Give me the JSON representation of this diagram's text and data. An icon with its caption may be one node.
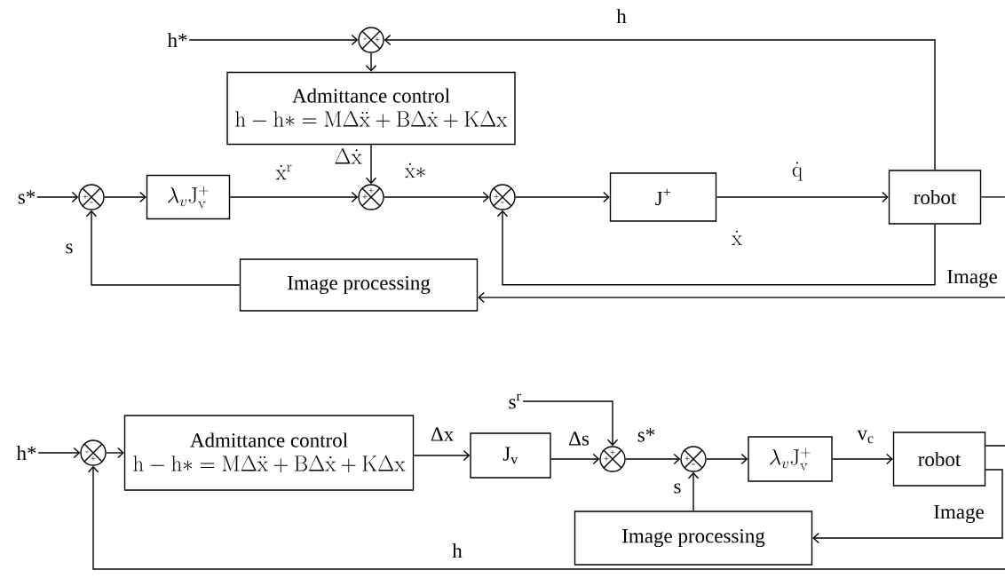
{
  "diagram": {
    "nodes": [
      {
        "text": [
          "h*"
        ]
      },
      {
        "text": [
          "-",
          "+"
        ]
      },
      {
        "text": [
          "Admittance control",
          "\\mathrm{h-h*=M\\Delta\\ddot{x}+B\\Delta\\dot{x}+K\\Delta x}"
        ]
      },
      {
        "text": [
          "s*"
        ]
      },
      {
        "text": [
          "+",
          "-"
        ]
      },
      {
        "text": [
          "\\lambda_{v}\\mathrm{J}_{\\mathrm{v}}^{+}"
        ]
      },
      {
        "text": [
          "+",
          "+"
        ]
      },
      {
        "text": [
          "+",
          "-"
        ]
      },
      {
        "text": [
          "J$^{+}$"
        ]
      },
      {
        "text": [
          "robot"
        ]
      },
      {
        "text": [
          "Image processing"
        ]
      },
      {
        "text": [
          "h*"
        ]
      },
      {
        "text": [
          "-",
          "+"
        ]
      },
      {
        "text": [
          "Admittance control",
          "\\mathrm{h-h*=M\\Delta\\ddot{x}+B\\Delta\\dot{x}+K\\Delta x}"
        ]
      },
      {
        "text": [
          "J$_{v}$"
        ]
      },
      {
        "text": [
          "s$^{r}$"
        ]
      },
      {
        "text": [
          "+",
          "+"
        ]
      },
      {
        "text": [
          "+",
          "-"
        ]
      },
      {
        "text": [
          "\\lambda_{v}\\mathrm{J}_{\\mathrm{v}}^{+}"
        ]
      },
      {
        "text": [
          "robot"
        ]
      },
      {
        "text": [
          "Image processing"
        ]
      }
    ],
    "edges": [
      {
        "from": 0,
        "to": 1,
        "arrow": "to"
      },
      {
        "from": 9,
        "to": 1,
        "arrow": "to",
        "label": "h"
      },
      {
        "from": 1,
        "to": 2,
        "arrow": "to"
      },
      {
        "from": 3,
        "to": 4,
        "arrow": "to"
      },
      {
        "from": 4,
        "to": 5,
        "arrow": "to"
      },
      {
        "from": 5,
        "to": 6,
        "arrow": "to",
        "label": "\\dot{\\mathrm{x}}^{\\mathrm{r}}"
      },
      {
        "from": 2,
        "to": 6,
        "arrow": "to",
        "label": "\\Delta\\dot{\\mathrm{x}}"
      },
      {
        "from": 6,
        "to": 7,
        "arrow": "to",
        "label": "\\dot{\\mathrm{x}}*"
      },
      {
        "from": 7,
        "to": 8,
        "arrow": "to"
      },
      {
        "from": 8,
        "to": 9,
        "arrow": "to",
        "label": "\\dot{\\mathrm{q}}"
      },
      {
        "from": 9,
        "to": 7,
        "arrow": "to",
        "label": "\\dot{\\mathrm{x}}"
      },
      {
        "from": 9,
        "to": null,
        "arrow": "none"
      },
      {
        "from": null,
        "to": 10,
        "arrow": "to",
        "label": "Image"
      },
      {
        "from": 10,
        "to": 4,
        "arrow": "to",
        "label": "s"
      },
      {
        "from": 11,
        "to": 12,
        "arrow": "to"
      },
      {
        "from": 12,
        "to": 13,
        "arrow": "to"
      },
      {
        "from": 13,
        "to": 14,
        "arrow": "to",
        "label": "Δx"
      },
      {
        "from": 14,
        "to": 16,
        "arrow": "to",
        "label": "Δs"
      },
      {
        "from": 15,
        "to": 16,
        "arrow": "to"
      },
      {
        "from": 16,
        "to": 17,
        "arrow": "to",
        "label": "s*"
      },
      {
        "from": 17,
        "to": 18,
        "arrow": "to"
      },
      {
        "from": 18,
        "to": 19,
        "arrow": "to",
        "label": "v$_{c}$"
      },
      {
        "from": 19,
        "to": 20,
        "arrow": "to",
        "label": "Image"
      },
      {
        "from": 20,
        "to": 17,
        "arrow": "to",
        "label": "s"
      },
      {
        "from": 19,
        "to": null,
        "arrow": "none"
      },
      {
        "from": null,
        "to": 12,
        "arrow": "to",
        "label": "h"
      }
    ]
  }
}
